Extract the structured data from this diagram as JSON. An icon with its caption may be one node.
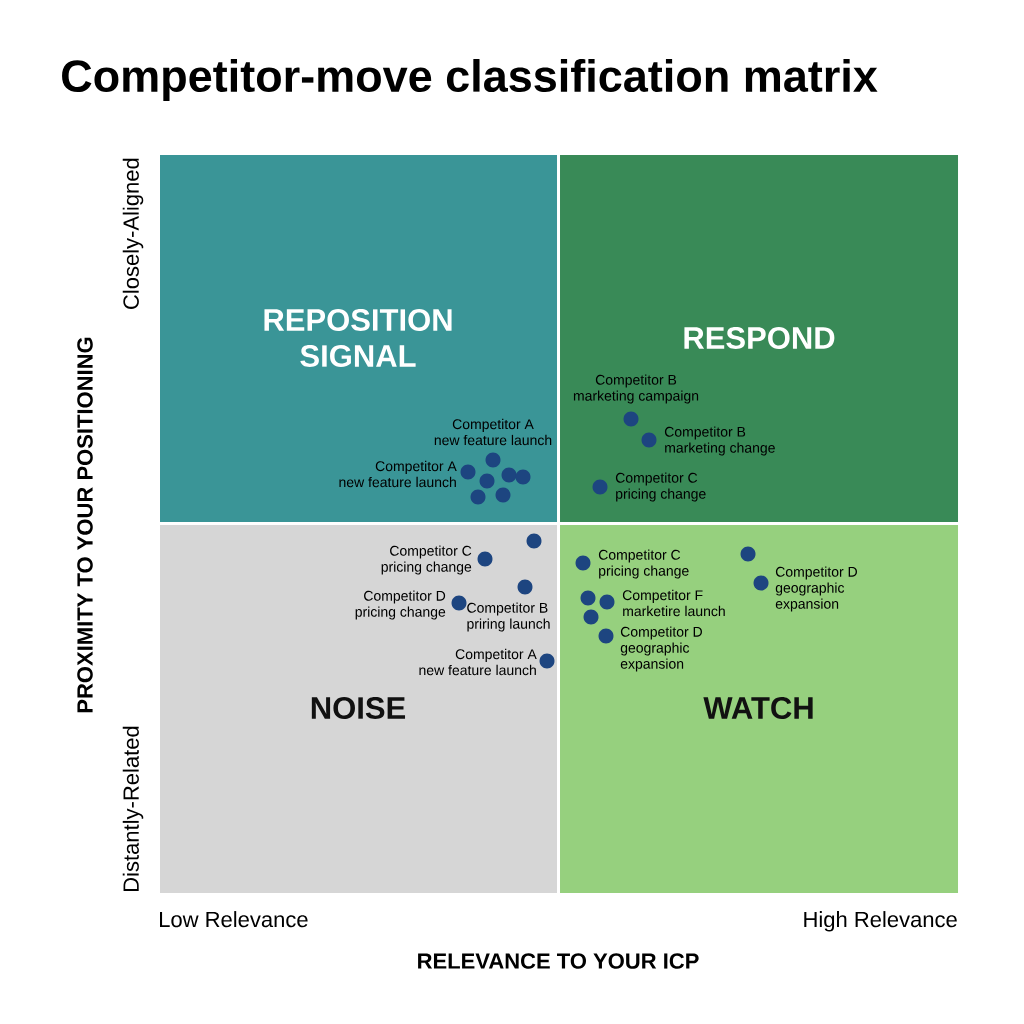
{
  "diagram": {
    "title": "Competitor-move classification matrix",
    "nodes": [
      {
        "text": [
          "REPOSITION SIGNAL"
        ]
      },
      {
        "text": [
          "RESPOND"
        ]
      },
      {
        "text": [
          "NOISE"
        ]
      },
      {
        "text": [
          "WATCH"
        ]
      },
      {
        "text": [],
        "shape": "circle",
        "in": 0,
        "beside": [
          "Competitor A new feature launch"
        ]
      },
      {
        "text": [],
        "shape": "circle",
        "in": 0,
        "beside": [
          "Competitor A new feature launch"
        ]
      },
      {
        "text": [],
        "shape": "circle",
        "in": 0
      },
      {
        "text": [],
        "shape": "circle",
        "in": 0
      },
      {
        "text": [],
        "shape": "circle",
        "in": 0
      },
      {
        "text": [],
        "shape": "circle",
        "in": 0
      },
      {
        "text": [],
        "shape": "circle",
        "in": 0
      },
      {
        "text": [],
        "shape": "circle",
        "in": 1,
        "beside": [
          "Competitor B marketing campaign"
        ]
      },
      {
        "text": [],
        "shape": "circle",
        "in": 1,
        "beside": [
          "Competitor B marketing change"
        ]
      },
      {
        "text": [],
        "shape": "circle",
        "in": 1,
        "beside": [
          "Competitor C pricing change"
        ]
      },
      {
        "text": [],
        "shape": "circle",
        "in": 2
      },
      {
        "text": [],
        "shape": "circle",
        "in": 2,
        "beside": [
          "Competitor C pricing change"
        ]
      },
      {
        "text": [],
        "shape": "circle",
        "in": 2,
        "beside": [
          "Competitor B priring launch"
        ]
      },
      {
        "text": [],
        "shape": "circle",
        "in": 2,
        "beside": [
          "Competitor D pricing change"
        ]
      },
      {
        "text": [],
        "shape": "circle",
        "in": 2,
        "beside": [
          "Competitor A new feature launch"
        ]
      },
      {
        "text": [],
        "shape": "circle",
        "in": 3,
        "beside": [
          "Competitor C pricing change"
        ]
      },
      {
        "text": [],
        "shape": "circle",
        "in": 3
      },
      {
        "text": [],
        "shape": "circle",
        "in": 3,
        "beside": [
          "Competitor D geographic expansion"
        ]
      },
      {
        "text": [],
        "shape": "circle",
        "in": 3
      },
      {
        "text": [],
        "shape": "circle",
        "in": 3,
        "beside": [
          "Competitor F marketire launch"
        ]
      },
      {
        "text": [],
        "shape": "circle",
        "in": 3
      },
      {
        "text": [],
        "shape": "circle",
        "in": 3,
        "beside": [
          "Competitor D geographic expansion"
        ]
      }
    ],
    "labels": [
      "Closely-Aligned",
      "PROXIMITY TO YOUR POSITIONING",
      "Distantly-Related",
      "Low Relevance",
      "High Relevance",
      "RELEVANCE TO YOUR ICP"
    ]
  }
}
